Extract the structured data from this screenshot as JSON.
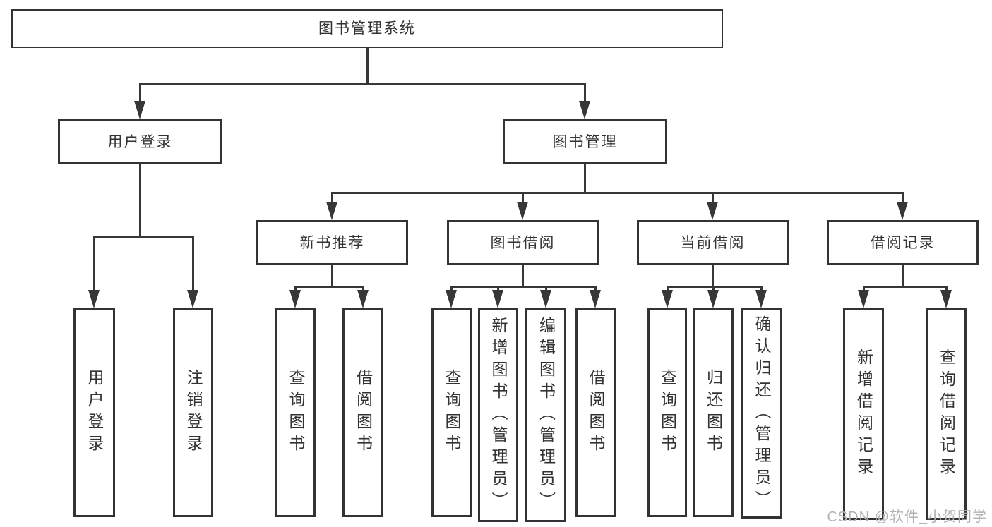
{
  "diagram": {
    "title": "图书管理系统",
    "nodes": [
      {
        "id": "root",
        "label": "图书管理系统",
        "children": [
          "user-login",
          "book-mgmt"
        ]
      },
      {
        "id": "user-login",
        "label": "用户登录",
        "children": [
          "leaf-user-login",
          "leaf-logout"
        ]
      },
      {
        "id": "book-mgmt",
        "label": "图书管理",
        "children": [
          "new-book-rec",
          "book-borrow",
          "current-borrow",
          "borrow-records"
        ]
      },
      {
        "id": "new-book-rec",
        "label": "新书推荐",
        "children": [
          "leaf-nbr-query",
          "leaf-nbr-borrow"
        ]
      },
      {
        "id": "book-borrow",
        "label": "图书借阅",
        "children": [
          "leaf-bb-query",
          "leaf-bb-add",
          "leaf-bb-edit",
          "leaf-bb-borrow"
        ]
      },
      {
        "id": "current-borrow",
        "label": "当前借阅",
        "children": [
          "leaf-cb-query",
          "leaf-cb-return",
          "leaf-cb-confirm"
        ]
      },
      {
        "id": "borrow-records",
        "label": "借阅记录",
        "children": [
          "leaf-br-add",
          "leaf-br-query"
        ]
      },
      {
        "id": "leaf-user-login",
        "label": "用户登录"
      },
      {
        "id": "leaf-logout",
        "label": "注销登录"
      },
      {
        "id": "leaf-nbr-query",
        "label": "查询图书"
      },
      {
        "id": "leaf-nbr-borrow",
        "label": "借阅图书"
      },
      {
        "id": "leaf-bb-query",
        "label": "查询图书"
      },
      {
        "id": "leaf-bb-add",
        "label": "新增图书（管理员）"
      },
      {
        "id": "leaf-bb-edit",
        "label": "编辑图书（管理员）"
      },
      {
        "id": "leaf-bb-borrow",
        "label": "借阅图书"
      },
      {
        "id": "leaf-cb-query",
        "label": "查询图书"
      },
      {
        "id": "leaf-cb-return",
        "label": "归还图书"
      },
      {
        "id": "leaf-cb-confirm",
        "label": "确认归还（管理员）"
      },
      {
        "id": "leaf-br-add",
        "label": "新增借阅记录"
      },
      {
        "id": "leaf-br-query",
        "label": "查询借阅记录"
      }
    ]
  },
  "watermark": "CSDN @软件_小贺同学",
  "colors": {
    "line": "#373737",
    "border": "#333333",
    "text": "#333333",
    "watermark": "#b3b3b3",
    "background": "#ffffff"
  }
}
